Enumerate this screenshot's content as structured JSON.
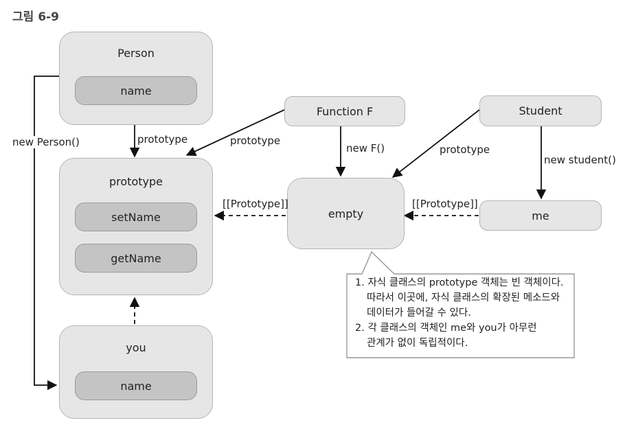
{
  "figure_title": "그림 6-9",
  "nodes": {
    "person": {
      "label": "Person",
      "slots": [
        "name"
      ]
    },
    "prototype": {
      "label": "prototype",
      "slots": [
        "setName",
        "getName"
      ]
    },
    "you": {
      "label": "you",
      "slots": [
        "name"
      ]
    },
    "function_f": {
      "label": "Function F"
    },
    "empty": {
      "label": "empty"
    },
    "student": {
      "label": "Student"
    },
    "me": {
      "label": "me"
    }
  },
  "edge_labels": {
    "new_person": "new Person()",
    "person_prototype": "prototype",
    "f_prototype": "prototype",
    "new_f": "new F()",
    "student_prototype": "prototype",
    "new_student": "new student()",
    "proto_left": "[[Prototype]]",
    "proto_right": "[[Prototype]]"
  },
  "note": {
    "lines": [
      "1. 자식 클래스의 prototype 객체는 빈 객체이다.",
      "따라서 이곳에, 자식 클래스의 확장된 메소드와",
      "데이터가 들어갈 수 있다.",
      "2. 각 클래스의 객체인 me와 you가 아무런",
      "관계가 없이 독립적이다."
    ]
  }
}
